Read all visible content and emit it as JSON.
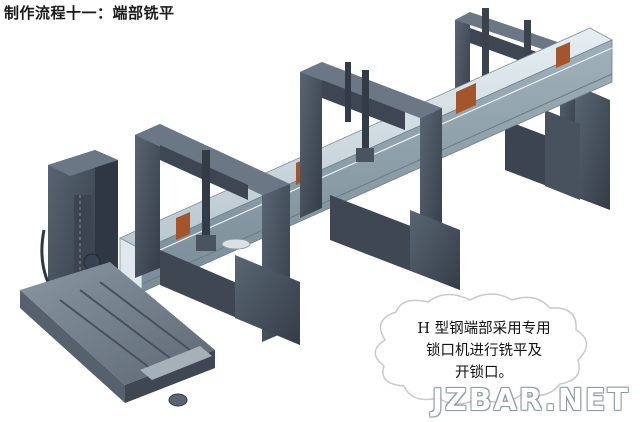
{
  "header": {
    "title": "制作流程十一：端部铣平"
  },
  "callout": {
    "line1": "H 型钢端部采用专用",
    "line2": "锁口机进行铣平及",
    "line3": "开锁口。"
  },
  "watermark": "JZBAR.NET",
  "colors": {
    "machine": "#4f5a68",
    "machine_dark": "#2f3742",
    "beam": "#c7d3da",
    "accent": "#a4552b"
  }
}
